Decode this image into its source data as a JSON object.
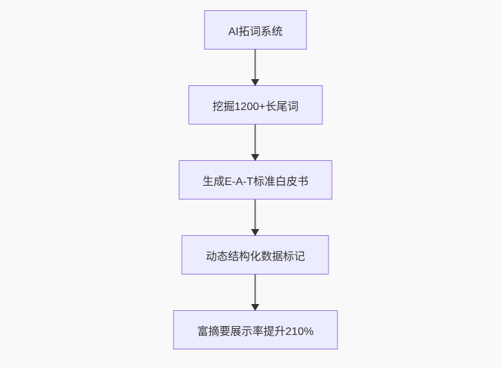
{
  "flowchart": {
    "type": "flowchart-vertical",
    "background_color": "#f9f9f9",
    "node_fill_color": "#ECECFF",
    "node_border_color": "#9370DB",
    "arrow_line_color": "#666666",
    "arrow_head_color": "#333333",
    "text_color": "#333333",
    "nodes": [
      {
        "id": "n1",
        "label": "AI拓词系统"
      },
      {
        "id": "n2",
        "label": "挖掘1200+长尾词"
      },
      {
        "id": "n3",
        "label": "生成E-A-T标准白皮书"
      },
      {
        "id": "n4",
        "label": "动态结构化数据标记"
      },
      {
        "id": "n5",
        "label": "富摘要展示率提升210%"
      }
    ],
    "edges": [
      {
        "from": "n1",
        "to": "n2",
        "style": "arrow"
      },
      {
        "from": "n2",
        "to": "n3",
        "style": "arrow"
      },
      {
        "from": "n3",
        "to": "n4",
        "style": "arrow"
      },
      {
        "from": "n4",
        "to": "n5",
        "style": "arrow"
      }
    ]
  }
}
